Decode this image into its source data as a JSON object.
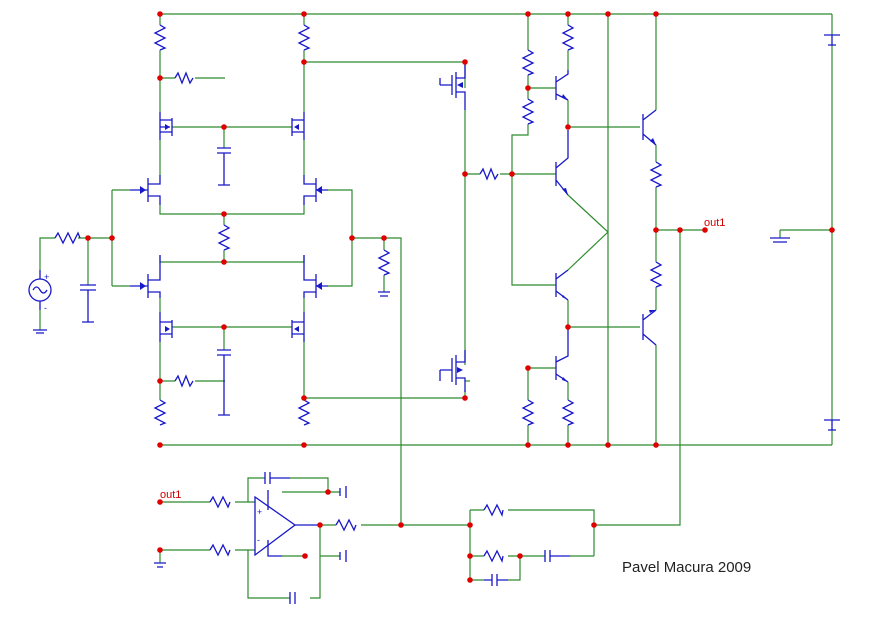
{
  "labels": {
    "out1_top": "out1",
    "out1_left": "out1",
    "plus": "+",
    "minus": "-"
  },
  "signature": "Pavel Macura 2009",
  "colors": {
    "wire": "#2e8b2e",
    "component": "#1818c8",
    "junction": "#e00000",
    "label": "#cc0000"
  }
}
